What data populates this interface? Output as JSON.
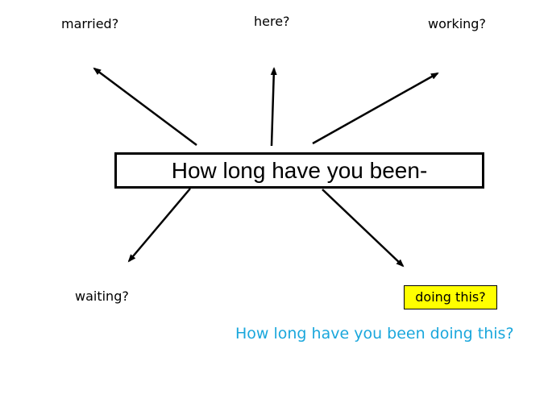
{
  "diagram": {
    "center_phrase": "How long have you been-",
    "endings": [
      {
        "id": "married",
        "label": "married?"
      },
      {
        "id": "here",
        "label": "here?"
      },
      {
        "id": "working",
        "label": "working?"
      },
      {
        "id": "waiting",
        "label": "waiting?"
      },
      {
        "id": "doing",
        "label": "doing this?",
        "highlighted": true
      }
    ],
    "full_question": "How long have you been doing this?",
    "arrow_targets": [
      "married",
      "here",
      "working",
      "waiting",
      "doing"
    ]
  },
  "colors": {
    "text": "#000000",
    "highlight": "#ffff00",
    "full_question": "#1aa7dc",
    "arrow": "#000000"
  }
}
